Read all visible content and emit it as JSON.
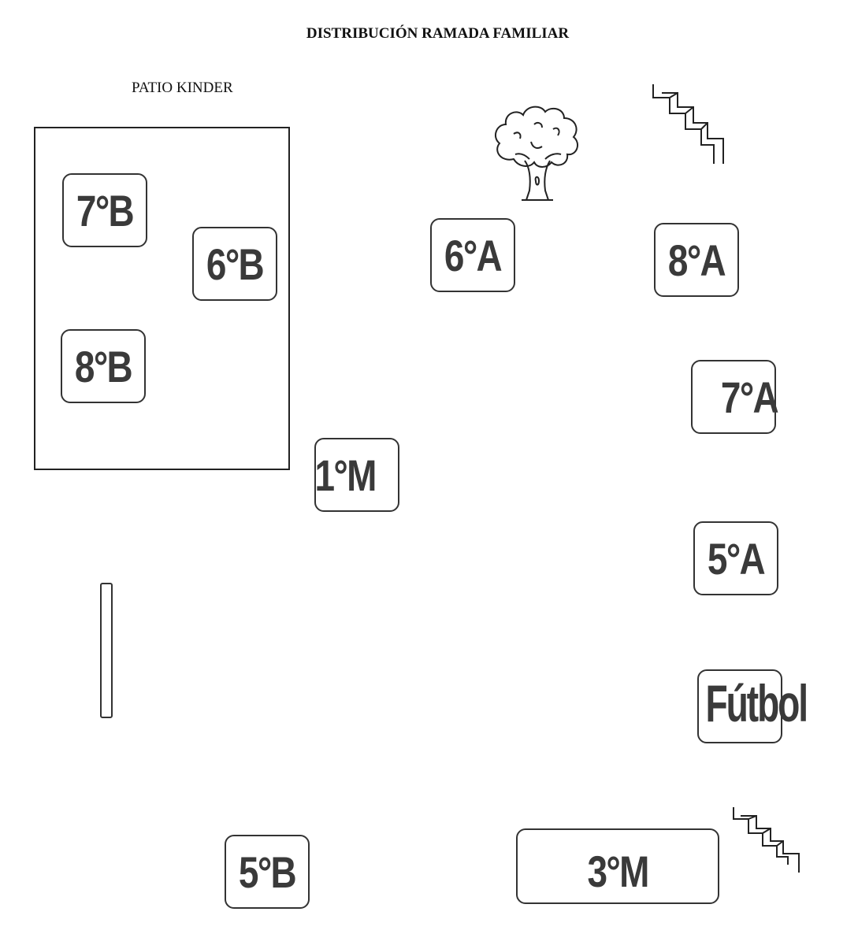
{
  "title": "DISTRIBUCIÓN RAMADA FAMILIAR",
  "kinder_area": {
    "label": "PATIO KINDER"
  },
  "grades": {
    "g7b": "7°B",
    "g6b": "6°B",
    "g8b": "8°B",
    "g6a": "6°A",
    "g8a": "8°A",
    "g7a": "7°A",
    "g1m": "1°M",
    "g5a": "5°A",
    "g5b": "5°B",
    "g3m": "3°M"
  },
  "futbol": "Fútbol",
  "icons": {
    "tree": "tree-icon",
    "stairs_top": "stairs-icon",
    "stairs_bottom": "stairs-icon"
  },
  "colors": {
    "ink": "#333333",
    "label": "#3a3a3a"
  }
}
